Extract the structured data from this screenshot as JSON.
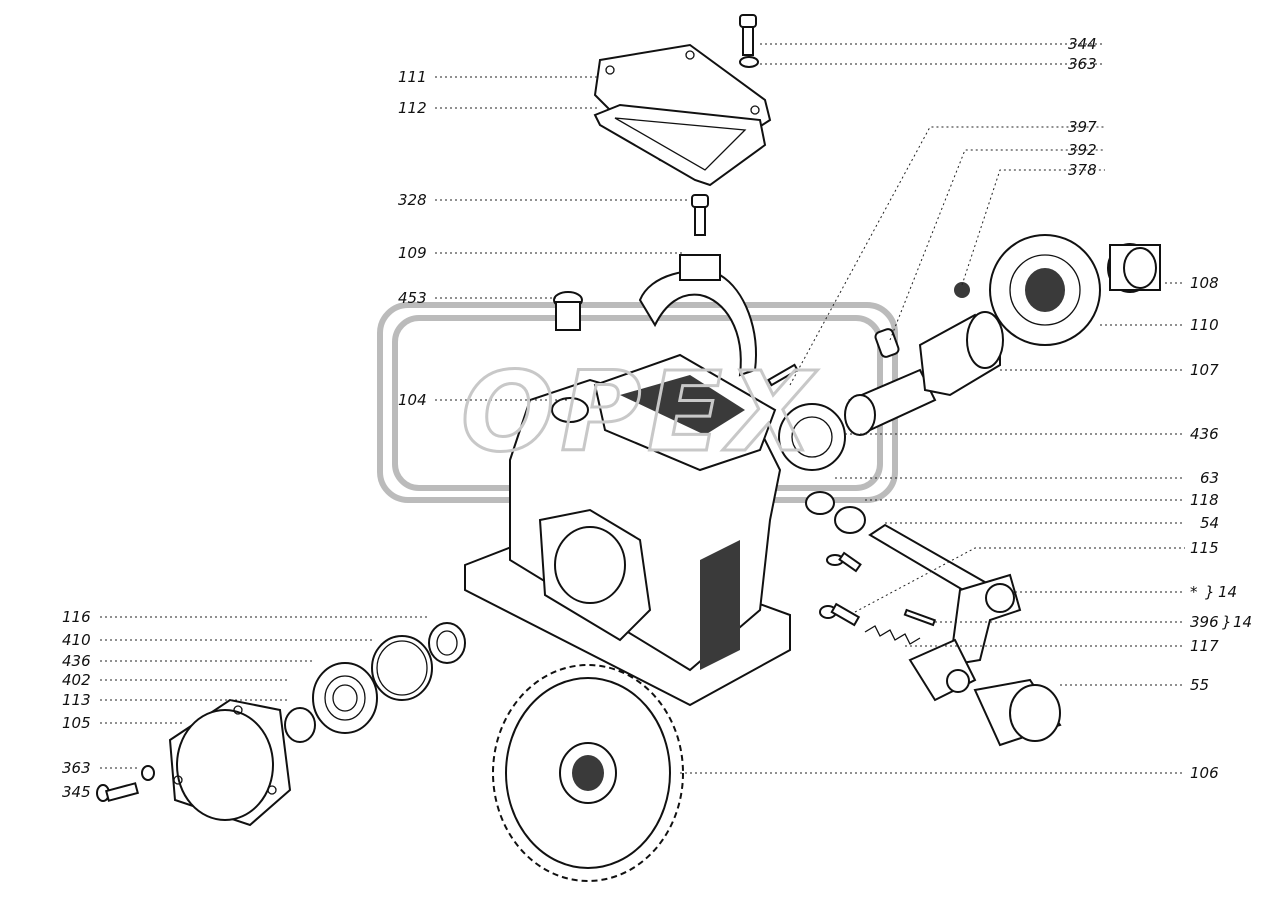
{
  "diagram": {
    "left_labels": [
      "111",
      "112",
      "328",
      "109",
      "453",
      "104",
      "116",
      "410",
      "436",
      "402",
      "113",
      "105",
      "363",
      "345"
    ],
    "right_labels": [
      "344",
      "363",
      "397",
      "392",
      "378",
      "108",
      "110",
      "107",
      "436",
      "63",
      "118",
      "54",
      "115",
      "*",
      "14",
      "396",
      "14",
      "117",
      "55",
      "106"
    ],
    "watermark_text": "OPEX"
  }
}
